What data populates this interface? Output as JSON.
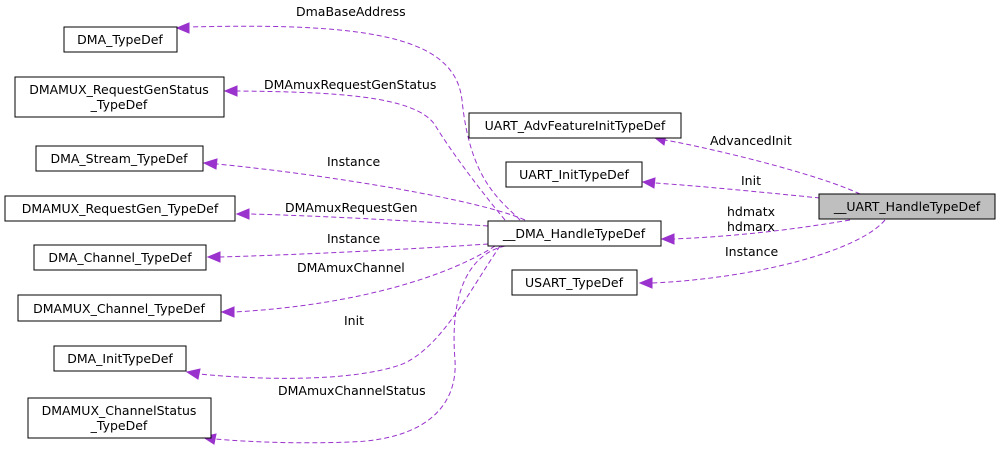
{
  "nodes": {
    "uart_handle": "__UART_HandleTypeDef",
    "dma_handle": "__DMA_HandleTypeDef",
    "uart_adv_feature": "UART_AdvFeatureInitTypeDef",
    "uart_init": "UART_InitTypeDef",
    "usart_typedef": "USART_TypeDef",
    "dma_typedef": "DMA_TypeDef",
    "dmamux_reqgen_status_1": "DMAMUX_RequestGenStatus",
    "dmamux_reqgen_status_2": "_TypeDef",
    "dma_stream": "DMA_Stream_TypeDef",
    "dmamux_reqgen": "DMAMUX_RequestGen_TypeDef",
    "dma_channel": "DMA_Channel_TypeDef",
    "dmamux_channel": "DMAMUX_Channel_TypeDef",
    "dma_init": "DMA_InitTypeDef",
    "dmamux_channel_status_1": "DMAMUX_ChannelStatus",
    "dmamux_channel_status_2": "_TypeDef"
  },
  "edges": {
    "advanced_init": "AdvancedInit",
    "uart_init": "Init",
    "hdmatx": "hdmatx",
    "hdmarx": "hdmarx",
    "usart_instance": "Instance",
    "dma_base_address": "DmaBaseAddress",
    "dmamux_reqgen_status": "DMAmuxRequestGenStatus",
    "dma_stream_instance": "Instance",
    "dmamux_reqgen": "DMAmuxRequestGen",
    "dma_channel_instance": "Instance",
    "dmamux_channel": "DMAmuxChannel",
    "dma_init": "Init",
    "dmamux_channel_status": "DMAmuxChannelStatus"
  },
  "colors": {
    "edge": "#9a32cd",
    "highlight_fill": "#bfbfbf"
  }
}
